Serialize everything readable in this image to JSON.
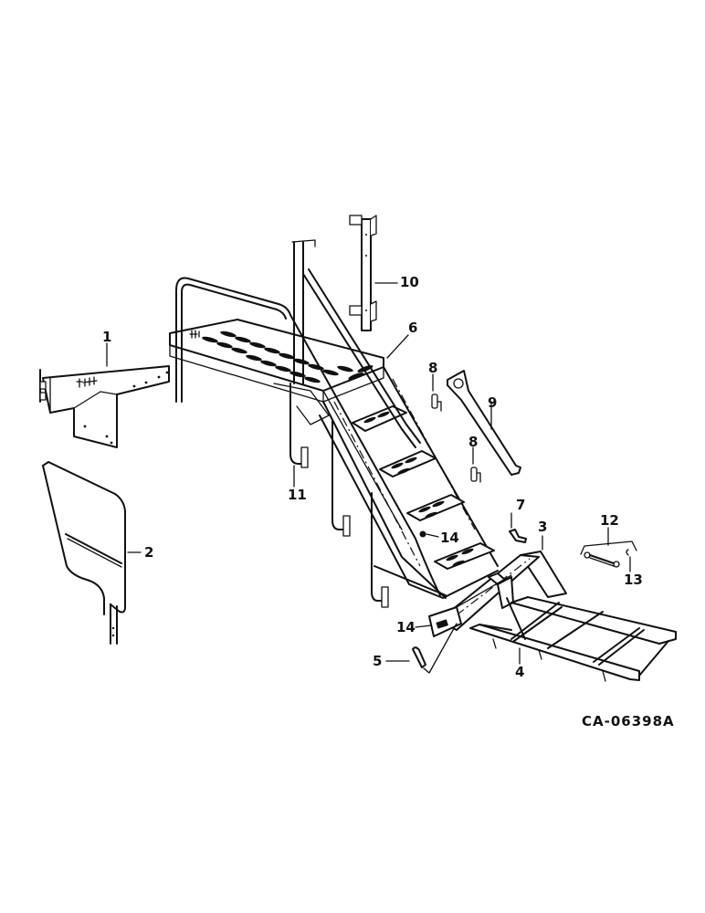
{
  "diagram": {
    "type": "exploded-parts-illustration",
    "subject": "Platform ladder / step assembly with handrails and mounting frame",
    "reference_code": "CA-06398A",
    "callouts": [
      {
        "id": "1",
        "label": "1",
        "part": "platform side bracket"
      },
      {
        "id": "2",
        "label": "2",
        "part": "guard rail"
      },
      {
        "id": "3",
        "label": "3",
        "part": "mounting frame"
      },
      {
        "id": "4",
        "label": "4",
        "part": "support frame"
      },
      {
        "id": "5",
        "label": "5",
        "part": "pin"
      },
      {
        "id": "6",
        "label": "6",
        "part": "platform and step assembly"
      },
      {
        "id": "7",
        "label": "7",
        "part": "clip"
      },
      {
        "id": "8a",
        "label": "8",
        "part": "hook"
      },
      {
        "id": "8b",
        "label": "8",
        "part": "hook"
      },
      {
        "id": "9",
        "label": "9",
        "part": "lever"
      },
      {
        "id": "10",
        "label": "10",
        "part": "post bracket"
      },
      {
        "id": "11",
        "label": "11",
        "part": "handrail"
      },
      {
        "id": "12",
        "label": "12",
        "part": "spring assembly"
      },
      {
        "id": "13",
        "label": "13",
        "part": "clip"
      },
      {
        "id": "14a",
        "label": "14",
        "part": "reflector"
      },
      {
        "id": "14b",
        "label": "14",
        "part": "reflector"
      }
    ]
  }
}
